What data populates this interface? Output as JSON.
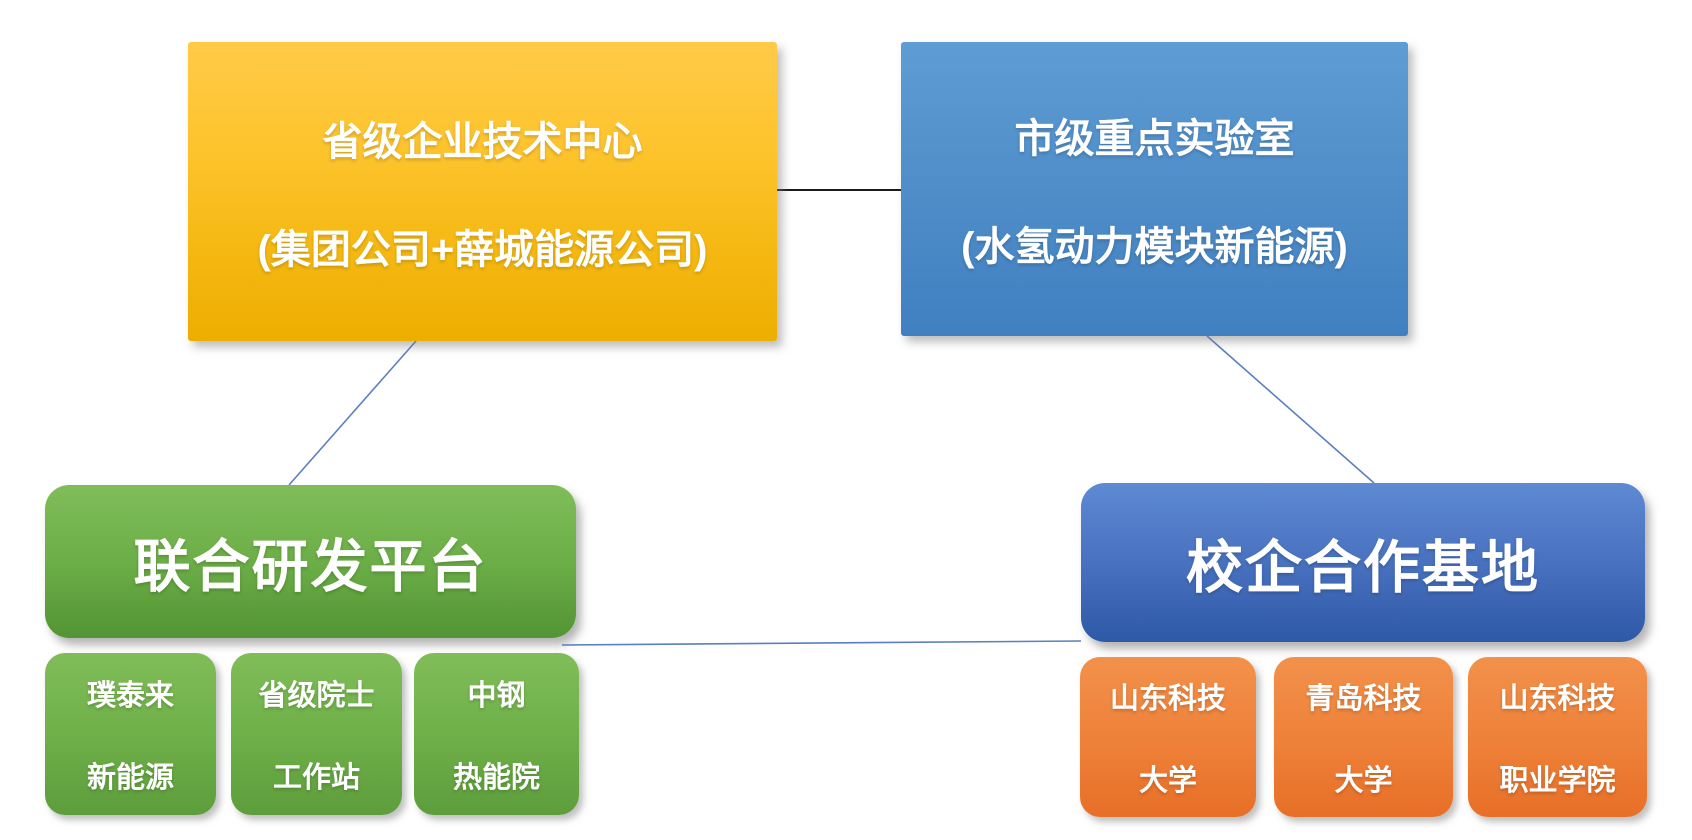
{
  "diagram": {
    "nodes": {
      "provincial_tech_center": {
        "line1": "省级企业技术中心",
        "line2": "(集团公司+薛城能源公司)",
        "color_top": "#fec42e",
        "color_bottom": "#eeae00"
      },
      "municipal_key_lab": {
        "line1": "市级重点实验室",
        "line2": "(水氢动力模块新能源)",
        "color_top": "#5e9cd4",
        "color_bottom": "#4080c1"
      },
      "joint_rd_platform": {
        "title": "联合研发平台",
        "color_top": "#7ebb58",
        "color_bottom": "#539434",
        "children": [
          {
            "line1": "璞泰来",
            "line2": "新能源"
          },
          {
            "line1": "省级院士",
            "line2": "工作站"
          },
          {
            "line1": "中钢",
            "line2": "热能院"
          }
        ]
      },
      "school_enterprise_base": {
        "title": "校企合作基地",
        "color_top": "#5e89d3",
        "color_bottom": "#2e59a6",
        "children_color_top": "#f2914b",
        "children_color_bottom": "#e76f27",
        "children": [
          {
            "line1": "山东科技",
            "line2": "大学"
          },
          {
            "line1": "青岛科技",
            "line2": "大学"
          },
          {
            "line1": "山东科技",
            "line2": "职业学院"
          }
        ]
      }
    },
    "connectors": {
      "tech_center_to_key_lab_color": "#1a1a1a",
      "branch_line_color": "#5b7fc0"
    }
  }
}
